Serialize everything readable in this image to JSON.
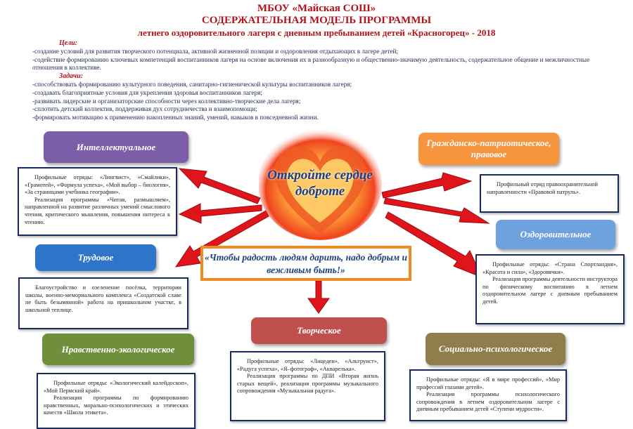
{
  "header": {
    "line1": "МБОУ «Майская СОШ»",
    "line2": "СОДЕРЖАТЕЛЬНАЯ МОДЕЛЬ ПРОГРАММЫ",
    "line3": "летнего оздоровительного лагеря с дневным пребыванием детей «Красногорец» - 2018"
  },
  "goals": {
    "title": "Цели:",
    "items": [
      "-создание условий для развития творческого потенциала, активной жизненной позиции и оздоровления отдыхающих в лагере детей;",
      "-содействие формированию ключевых компетенций   воспитанников лагеря  на основе включения их в разнообразную и общественно-значимую деятельность, содержательное общение и межличностные отношения в коллективе."
    ]
  },
  "tasks": {
    "title": "Задачи:",
    "items": [
      "-способствовать формированию культурного поведения, санитарно-гигиенической культуры воспитанников лагеря;",
      "-создавать благоприятные условия для укрепления здоровья воспитанников лагеря;",
      "-развивать лидерские и организаторские способности через коллективно-творческие дела лагеря;",
      "-сплотить детский коллектив, поддерживая дух сотрудничества и взаимопомощи;",
      "-формировать мотивацию к применению накопленных знаний, умений, навыков в повседневной жизни."
    ]
  },
  "center": {
    "heart_text": "Откройте сердце доброте",
    "quote": "«Чтобы радость людям дарить, надо добрым и вежливым быть!»"
  },
  "directions": {
    "intellectual": {
      "label": "Интеллектуальное",
      "p1": "Профильные отряды: «Лингвист», «Смайлики», «Грамотей», «Формула успеха», «Мой выбор – биология», «За страницами учебника географии».",
      "p2": "Реализация программы «Читая, размышляем», направленной на развитие различных умений смыслового чтения, критического мышления, повышения интереса к чтению."
    },
    "labor": {
      "label": "Трудовое",
      "p1": "Благоустройство и озеленение посёлка, территории школы, военно-мемориального комплекса «Солдатской славе не быть безымянной» работа на пришкольном участке, в школьной теплице."
    },
    "moral": {
      "label": "Нравственно-экологическое",
      "p1": "Профильные отряды: «Экологический калейдоскоп», «Мой Пермский край».",
      "p2": "Реализация программы по формированию нравственных, морально-психологических и этических качеств «Школа этикета»."
    },
    "creative": {
      "label": "Творческое",
      "p1": "Профильные отряды: «Лицедеи», «Альтруист», «Радуга успеха», «Я–фотограф», «Акварелька».",
      "p2": "Реализация программы по ДПИ «Вторая жизнь старых вещей», реализация программы музыкального сопровождения «Музыкальная радуга»."
    },
    "social": {
      "label": "Социально-психологическое",
      "p1": "Профильные отряды: «Я в мире профессий», «Мир профессий глазами детей».",
      "p2": "Реализация программы психологического сопровождения в летнем оздоровительном лагере с дневным пребыванием детей «Ступени мудрости»."
    },
    "civic": {
      "label": "Гражданско-патриотическое, правовое",
      "p1": "Профильный отряд правоохранительной направленности «Правовой патруль»."
    },
    "health": {
      "label": "Оздоровительное",
      "p1": "Профильные отряды: «Страна Спортландия», «Красота и сила», «Здоровячки».",
      "p2": "Реализация программы деятельности инструктора по физическому воспитанию в летнем оздоровительном лагере с дневным пребыванием детей."
    }
  },
  "colors": {
    "title": "#b3121b",
    "arrow": "#e0141b",
    "intellectual": "#7b5ea7",
    "labor": "#2e75c9",
    "moral": "#6f8f3c",
    "creative": "#c0504d",
    "social": "#8f7d4c",
    "civic": "#f7943e",
    "health": "#6ea2de"
  }
}
